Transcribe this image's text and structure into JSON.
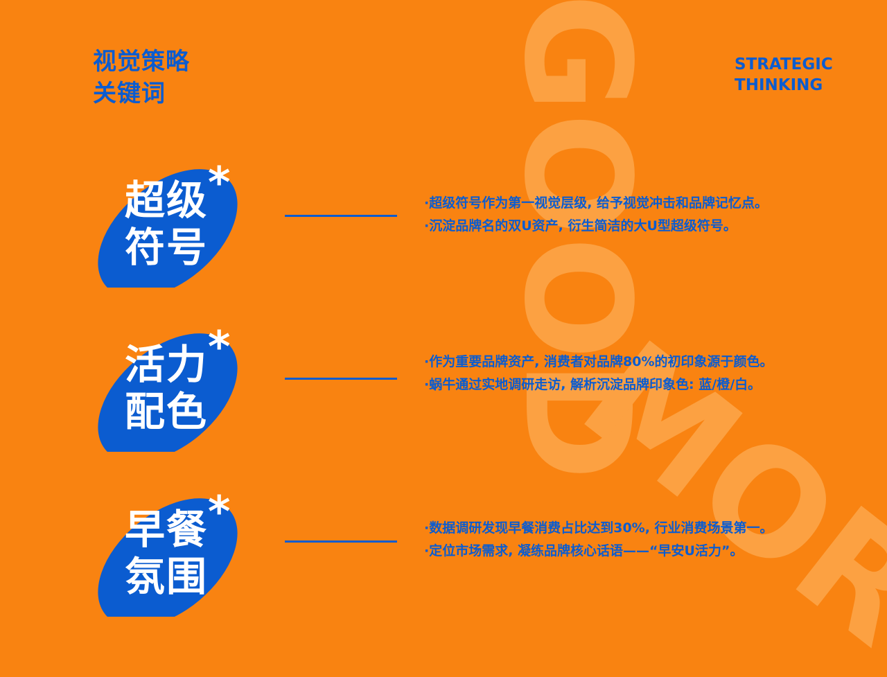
{
  "header": {
    "title_cn_line1": "视觉策略",
    "title_cn_line2": "关键词",
    "title_en_line1": "STRATEGIC",
    "title_en_line2": "THINKING"
  },
  "watermark": {
    "text_line1": "GOOD",
    "text_line2": "MOR"
  },
  "keywords": [
    {
      "label_line1": "超级",
      "label_line2": "符号",
      "asterisk": "*",
      "bullets": [
        "·超级符号作为第一视觉层级, 给予视觉冲击和品牌记忆点。",
        "·沉淀品牌名的双U资产, 衍生简洁的大U型超级符号。"
      ]
    },
    {
      "label_line1": "活力",
      "label_line2": "配色",
      "asterisk": "*",
      "bullets": [
        "·作为重要品牌资产, 消费者对品牌80%的初印象源于颜色。",
        "·蜗牛通过实地调研走访, 解析沉淀品牌印象色: 蓝/橙/白。"
      ]
    },
    {
      "label_line1": "早餐",
      "label_line2": "氛围",
      "asterisk": "*",
      "bullets": [
        "·数据调研发现早餐消费占比达到30%, 行业消费场景第一。",
        "·定位市场需求, 凝练品牌核心话语——“早安U活力”。"
      ]
    }
  ],
  "colors": {
    "background": "#F98311",
    "accent_blue": "#0B5CD0",
    "watermark": "#FCA142",
    "label_text": "#FFFFFF"
  }
}
